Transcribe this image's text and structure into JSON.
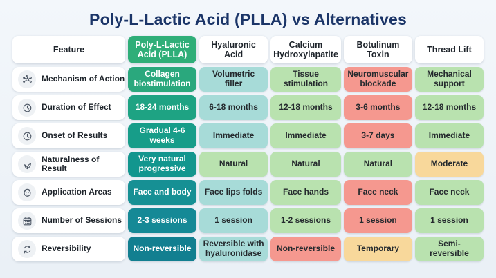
{
  "title": "Poly-L-Lactic Acid (PLLA) vs Alternatives",
  "chart_data": {
    "type": "table",
    "columns": [
      "Feature",
      "Poly-L-Lactic Acid (PLLA)",
      "Hyaluronic Acid",
      "Calcium Hydroxylapatite",
      "Botulinum Toxin",
      "Thread Lift"
    ],
    "rows": [
      {
        "feature": "Mechanism of Action",
        "icon": "molecule-icon",
        "cells": [
          {
            "text": "Collagen biostimulation",
            "tone": "plla"
          },
          {
            "text": "Volumetric filler",
            "tone": "teal"
          },
          {
            "text": "Tissue stimulation",
            "tone": "green"
          },
          {
            "text": "Neuromuscular blockade",
            "tone": "red"
          },
          {
            "text": "Mechanical support",
            "tone": "green"
          }
        ]
      },
      {
        "feature": "Duration of Effect",
        "icon": "clock-icon",
        "cells": [
          {
            "text": "18-24 months",
            "tone": "plla"
          },
          {
            "text": "6-18 months",
            "tone": "teal"
          },
          {
            "text": "12-18 months",
            "tone": "green"
          },
          {
            "text": "3-6 months",
            "tone": "red"
          },
          {
            "text": "12-18 months",
            "tone": "green"
          }
        ]
      },
      {
        "feature": "Onset of Results",
        "icon": "clock-icon",
        "cells": [
          {
            "text": "Gradual 4-6 weeks",
            "tone": "plla"
          },
          {
            "text": "Immediate",
            "tone": "teal"
          },
          {
            "text": "Immediate",
            "tone": "green"
          },
          {
            "text": "3-7 days",
            "tone": "red"
          },
          {
            "text": "Immediate",
            "tone": "green"
          }
        ]
      },
      {
        "feature": "Naturalness of Result",
        "icon": "leaf-icon",
        "cells": [
          {
            "text": "Very natural progressive",
            "tone": "plla"
          },
          {
            "text": "Natural",
            "tone": "green"
          },
          {
            "text": "Natural",
            "tone": "green"
          },
          {
            "text": "Natural",
            "tone": "green"
          },
          {
            "text": "Moderate",
            "tone": "yellow"
          }
        ]
      },
      {
        "feature": "Application Areas",
        "icon": "face-icon",
        "cells": [
          {
            "text": "Face and body",
            "tone": "plla"
          },
          {
            "text": "Face lips folds",
            "tone": "teal"
          },
          {
            "text": "Face hands",
            "tone": "green"
          },
          {
            "text": "Face neck",
            "tone": "red"
          },
          {
            "text": "Face neck",
            "tone": "green"
          }
        ]
      },
      {
        "feature": "Number of Sessions",
        "icon": "calendar-icon",
        "cells": [
          {
            "text": "2-3 sessions",
            "tone": "plla"
          },
          {
            "text": "1 session",
            "tone": "teal"
          },
          {
            "text": "1-2 sessions",
            "tone": "green"
          },
          {
            "text": "1 session",
            "tone": "red"
          },
          {
            "text": "1 session",
            "tone": "green"
          }
        ]
      },
      {
        "feature": "Reversibility",
        "icon": "refresh-icon",
        "cells": [
          {
            "text": "Non-reversible",
            "tone": "plla"
          },
          {
            "text": "Reversible with hyaluronidase",
            "tone": "teal"
          },
          {
            "text": "Non-reversible",
            "tone": "red"
          },
          {
            "text": "Temporary",
            "tone": "yellow"
          },
          {
            "text": "Semi-reversible",
            "tone": "green"
          }
        ]
      }
    ]
  },
  "colors": {
    "title": "#1b3568",
    "background": "#eef2f7",
    "plla_header": "#2fae78",
    "plla_rows": [
      "#2aa87d",
      "#1ea383",
      "#179d89",
      "#12968e",
      "#169094",
      "#158996",
      "#127f90"
    ],
    "tone_teal": "#a7dbd8",
    "tone_green": "#b9e2af",
    "tone_red": "#f5988f",
    "tone_yellow": "#f8d89b"
  }
}
